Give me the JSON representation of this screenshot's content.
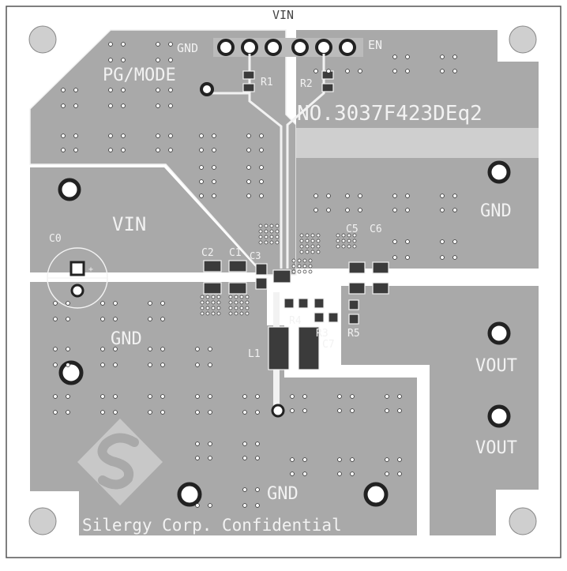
{
  "labels": {
    "vin_top": "VIN",
    "gnd_top": "GND",
    "en": "EN",
    "pg_mode": "PG/MODE",
    "r1": "R1",
    "r2": "R2",
    "board_number": "NO.3037F423DEq2",
    "vin": "VIN",
    "c0": "C0",
    "gnd_right": "GND",
    "c2": "C2",
    "c1": "C1",
    "c3": "C3",
    "c5": "C5",
    "c6": "C6",
    "r4": "R4",
    "r3": "R3",
    "r5": "R5",
    "c7": "C7",
    "l1": "L1",
    "gnd_left": "GND",
    "vout_1": "VOUT",
    "vout_2": "VOUT",
    "gnd_bottom": "GND",
    "confidential": "Silergy Corp. Confidential",
    "plus": "+"
  },
  "colors": {
    "copper": "#a9a9a9",
    "silk": "#f2f2f2",
    "pad": "#3b3b3b",
    "edge": "#555555",
    "background": "#ffffff"
  }
}
